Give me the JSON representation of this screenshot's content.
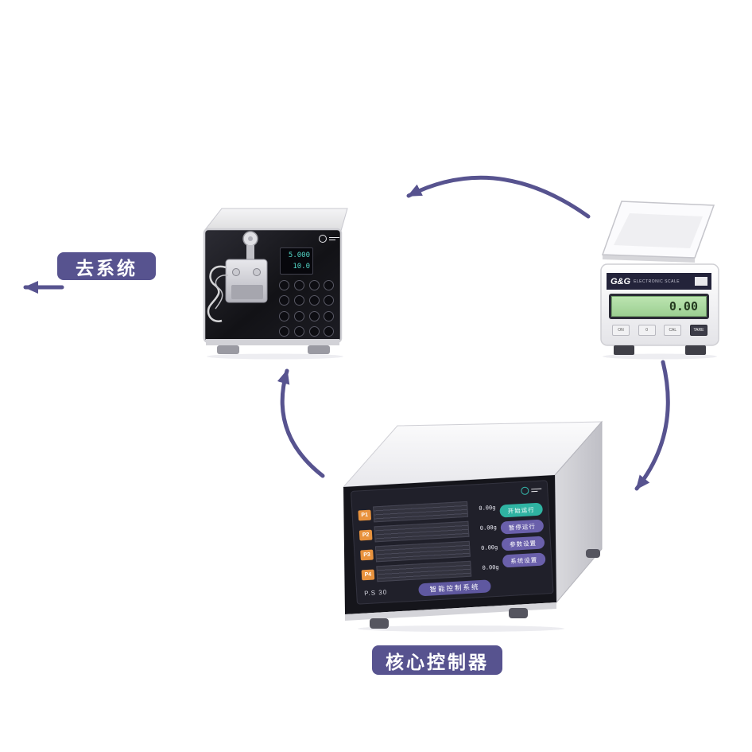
{
  "diagram": {
    "accent_color": "#57538f",
    "labels": {
      "to_system": "去系统",
      "core_controller": "核心控制器"
    },
    "arrows": [
      {
        "name": "pump-to-system",
        "direction": "left"
      },
      {
        "name": "scale-to-pump",
        "direction": "curved-left"
      },
      {
        "name": "controller-to-pump",
        "direction": "curved-up"
      },
      {
        "name": "scale-to-controller",
        "direction": "curved-down"
      }
    ]
  },
  "pump": {
    "display": {
      "line1": "5.000",
      "line2": "10.0"
    }
  },
  "scale": {
    "brand": "G&G",
    "subtitle": "ELECTRONIC SCALE",
    "display_value": "0.00",
    "lcd_color": "#a8d79c",
    "buttons": {
      "b1": "ON",
      "b2": "0",
      "b3": "CAL",
      "b4": "TARE"
    }
  },
  "controller": {
    "model": "P.S 30",
    "banner": "智能控制系统",
    "channel_tag_color": "#e8923d",
    "channels": [
      {
        "id": "P1",
        "value": "0.00g"
      },
      {
        "id": "P2",
        "value": "0.00g"
      },
      {
        "id": "P3",
        "value": "0.00g"
      },
      {
        "id": "P4",
        "value": "0.00g"
      }
    ],
    "buttons": {
      "run": "开始运行",
      "pause": "暂停运行",
      "params": "参数设置",
      "system": "系统设置"
    },
    "button_colors": {
      "run": "#2fb3a2",
      "other": "#6a60ab"
    }
  }
}
